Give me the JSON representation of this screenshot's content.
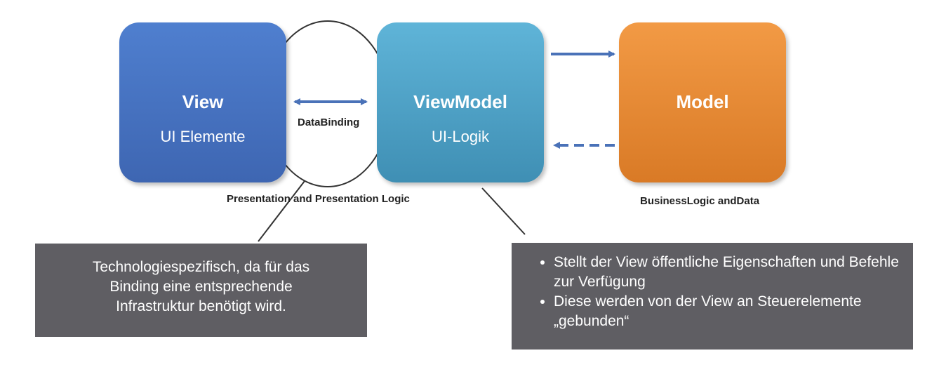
{
  "view": {
    "title": "View",
    "subtitle": "UI Elemente",
    "color": "#4572c4"
  },
  "viewmodel": {
    "title": "ViewModel",
    "subtitle": "UI-Logik",
    "color": "#4ba3c9"
  },
  "model": {
    "title": "Model",
    "color": "#ec8a35"
  },
  "databinding_label": "DataBinding",
  "presentation_label": "Presentation and Presentation Logic",
  "business_label": "BusinessLogic andData",
  "note_left": {
    "lines": [
      "Technologiespezifisch, da für das",
      "Binding eine entsprechende",
      "Infrastruktur benötigt wird."
    ]
  },
  "note_right": {
    "bullets": [
      "Stellt der View öffentliche Eigenschaften und Befehle zur Verfügung",
      "Diese werden von der View an Steuerelemente „gebunden“"
    ]
  },
  "colors": {
    "arrow": "#4a72b8",
    "note_bg": "#5f5e63"
  }
}
